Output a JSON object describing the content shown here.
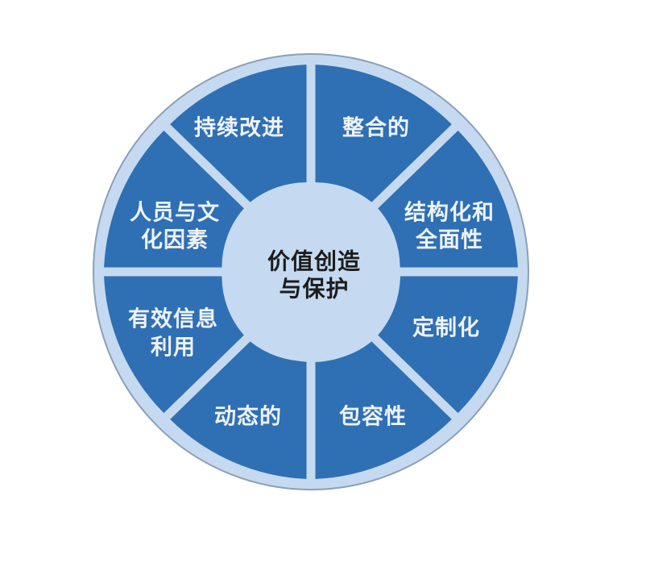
{
  "diagram": {
    "type": "radial-wheel",
    "center": {
      "lines": [
        "价值创造",
        "与保护"
      ]
    },
    "segments": [
      {
        "id": "continuous-improvement",
        "lines": [
          "持续改进"
        ]
      },
      {
        "id": "integrated",
        "lines": [
          "整合的"
        ]
      },
      {
        "id": "structured-comprehensive",
        "lines": [
          "结构化和",
          "全面性"
        ]
      },
      {
        "id": "customized",
        "lines": [
          "定制化"
        ]
      },
      {
        "id": "inclusive",
        "lines": [
          "包容性"
        ]
      },
      {
        "id": "dynamic",
        "lines": [
          "动态的"
        ]
      },
      {
        "id": "best-available-information",
        "lines": [
          "有效信息",
          "利用"
        ]
      },
      {
        "id": "human-cultural-factors",
        "lines": [
          "人员与文",
          "化因素"
        ]
      }
    ],
    "colors": {
      "segment_fill": "#2f6fb4",
      "ring_and_dividers": "#c5daf0",
      "outer_border": "#8aa0b8",
      "center_fill": "#c5daf0",
      "segment_text": "#eef3f8",
      "center_text": "#1c1c1c"
    }
  }
}
